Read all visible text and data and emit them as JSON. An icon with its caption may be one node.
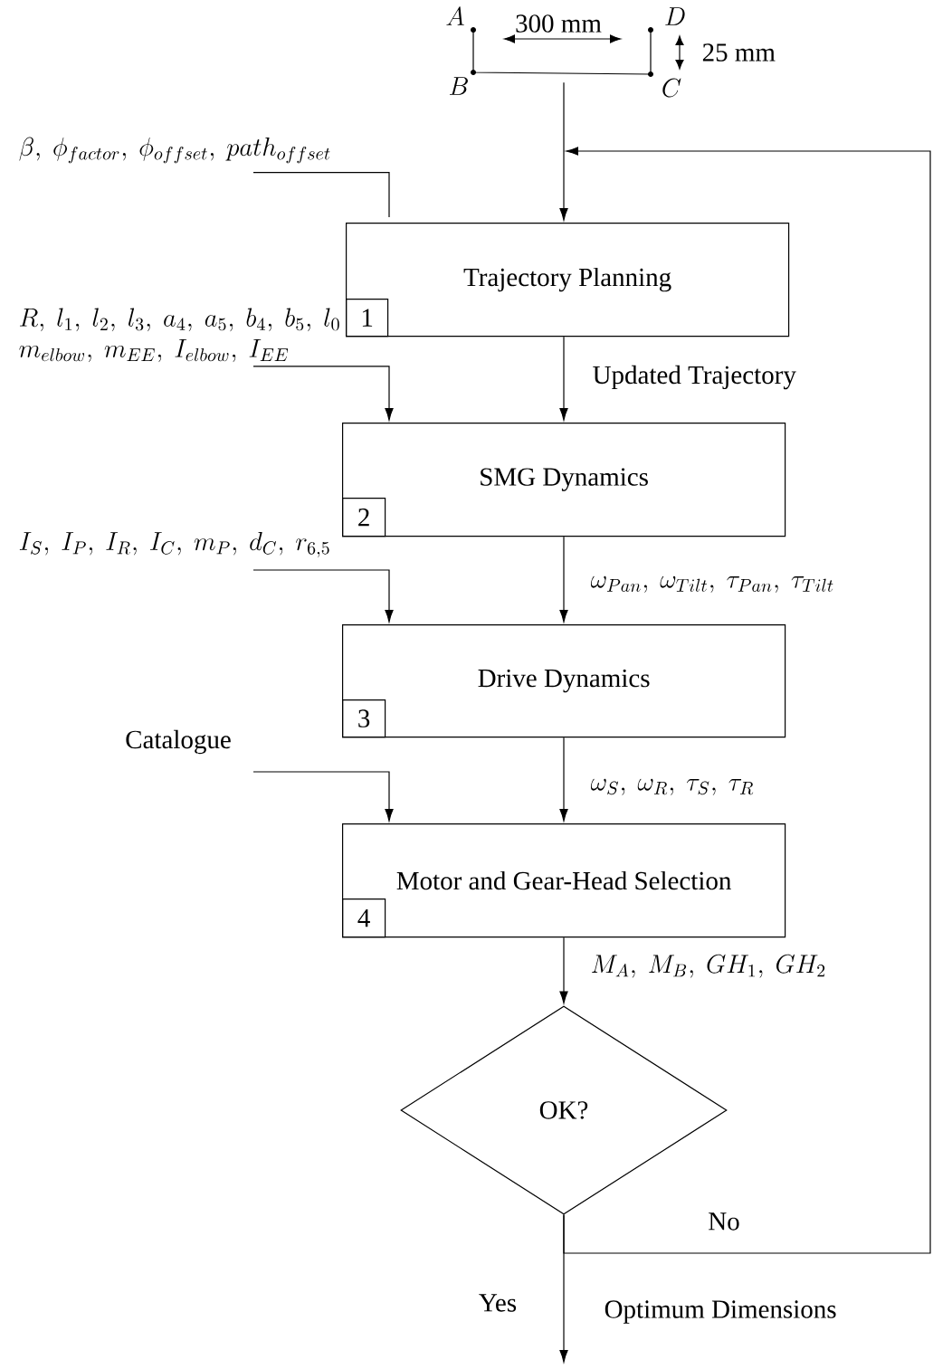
{
  "diagram": {
    "nodes": [
      {
        "text": [],
        "shape": "picture"
      },
      {
        "text": [
          "\\beta,\\ \\phi_{factor},\\ \\phi_{offset},\\ path_{offset}"
        ]
      },
      {
        "text": [
          "Trajectory Planning"
        ]
      },
      {
        "text": [
          "1"
        ],
        "in": 2
      },
      {
        "text": [
          "R,\\ l_1,\\ l_2,\\ l_3,\\ a_4,\\ a_5,\\ b_4,\\ b_5,\\ l_0",
          "m_{elbow},\\ m_{EE},\\ I_{elbow},\\ I_{EE}"
        ]
      },
      {
        "text": [
          "SMG Dynamics"
        ]
      },
      {
        "text": [
          "2"
        ],
        "in": 5
      },
      {
        "text": [
          "I_S,\\ I_P,\\ I_R,\\ I_C,\\ m_P,\\ d_C,\\ r_{6,5}"
        ]
      },
      {
        "text": [
          "Drive Dynamics"
        ]
      },
      {
        "text": [
          "3"
        ],
        "in": 8
      },
      {
        "text": [
          "Catalogue"
        ]
      },
      {
        "text": [
          "Motor and Gear-Head Selection"
        ]
      },
      {
        "text": [
          "4"
        ],
        "in": 11
      },
      {
        "text": [
          "OK?"
        ]
      }
    ],
    "edges": [
      {
        "from": 0,
        "to": 2,
        "arrow": "to"
      },
      {
        "from": 1,
        "to": 2,
        "arrow": "none"
      },
      {
        "from": 13,
        "to": 2,
        "arrow": "to",
        "label": "No"
      },
      {
        "from": 2,
        "to": 5,
        "arrow": "to",
        "label": "Updated Trajectory"
      },
      {
        "from": 4,
        "to": 5,
        "arrow": "to"
      },
      {
        "from": 5,
        "to": 8,
        "arrow": "to",
        "label": "\\omega_{Pan},\\ \\omega_{Tilt},\\ \\tau_{Pan},\\ \\tau_{Tilt}"
      },
      {
        "from": 7,
        "to": 8,
        "arrow": "to"
      },
      {
        "from": 8,
        "to": 11,
        "arrow": "to",
        "label": "\\omega_S,\\ \\omega_R,\\ \\tau_S,\\ \\tau_R"
      },
      {
        "from": 10,
        "to": 11,
        "arrow": "to"
      },
      {
        "from": 11,
        "to": 13,
        "arrow": "to",
        "label": "M_A,\\ M_B,\\ GH_1,\\ GH_2"
      },
      {
        "from": 13,
        "to": null,
        "arrow": "to",
        "label": "Yes"
      }
    ],
    "labels": [
      "A",
      "300 mm",
      "D",
      "25 mm",
      "B",
      "C",
      "Optimum Dimensions"
    ]
  }
}
